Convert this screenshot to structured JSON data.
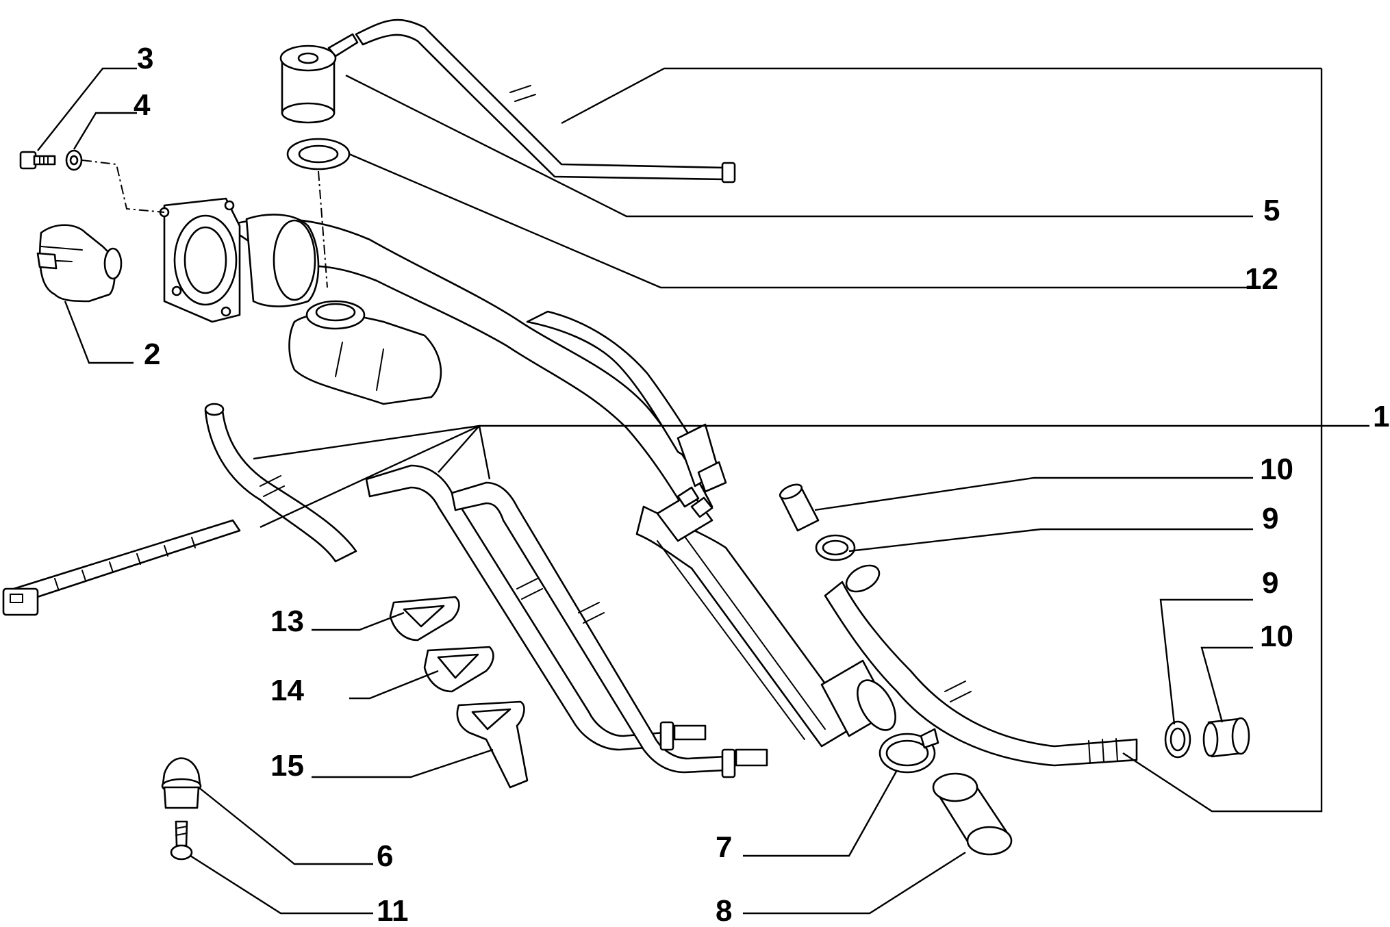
{
  "callouts": [
    {
      "id": "3",
      "label": "3"
    },
    {
      "id": "4",
      "label": "4"
    },
    {
      "id": "5",
      "label": "5"
    },
    {
      "id": "12",
      "label": "12"
    },
    {
      "id": "2",
      "label": "2"
    },
    {
      "id": "1",
      "label": "1"
    },
    {
      "id": "10a",
      "label": "10"
    },
    {
      "id": "9a",
      "label": "9"
    },
    {
      "id": "9b",
      "label": "9"
    },
    {
      "id": "10b",
      "label": "10"
    },
    {
      "id": "13",
      "label": "13"
    },
    {
      "id": "14",
      "label": "14"
    },
    {
      "id": "15",
      "label": "15"
    },
    {
      "id": "7",
      "label": "7"
    },
    {
      "id": "6",
      "label": "6"
    },
    {
      "id": "8",
      "label": "8"
    },
    {
      "id": "11",
      "label": "11"
    }
  ],
  "colors": {
    "line": "#000000",
    "background": "#ffffff"
  }
}
